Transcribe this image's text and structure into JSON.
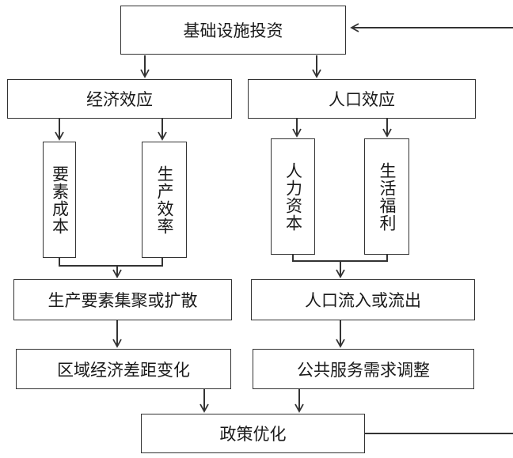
{
  "nodes": {
    "infrastructure_investment": "基础设施投资",
    "economic_effect": "经济效应",
    "population_effect": "人口效应",
    "factor_cost": "要素成本",
    "production_efficiency": "生产效率",
    "human_capital": "人力资本",
    "quality_of_life": "生活福利",
    "factor_agglomeration": "生产要素集聚或扩散",
    "population_flow": "人口流入或流出",
    "regional_gap": "区域经济差距变化",
    "public_service_adjustment": "公共服务需求调整",
    "policy_optimization": "政策优化"
  }
}
